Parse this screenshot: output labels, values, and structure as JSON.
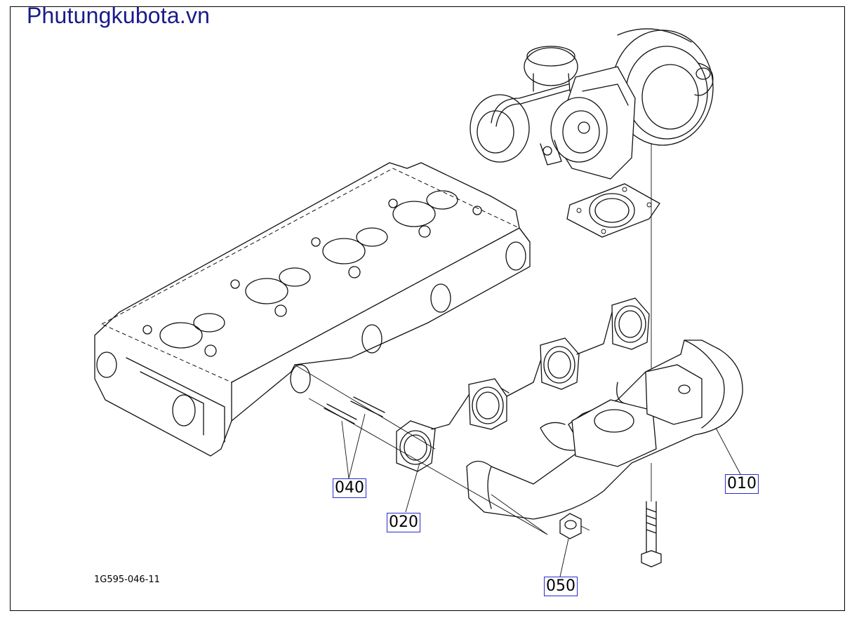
{
  "watermark": {
    "text": "Phutungkubota.vn"
  },
  "drawing_number": "1G595-046-11",
  "callouts": [
    {
      "id": "010",
      "label": "010"
    },
    {
      "id": "020",
      "label": "020"
    },
    {
      "id": "040",
      "label": "040"
    },
    {
      "id": "050",
      "label": "050"
    }
  ],
  "colors": {
    "watermark": "#1a1a8c",
    "callout_border": "#2a2ad0",
    "line": "#111111"
  }
}
